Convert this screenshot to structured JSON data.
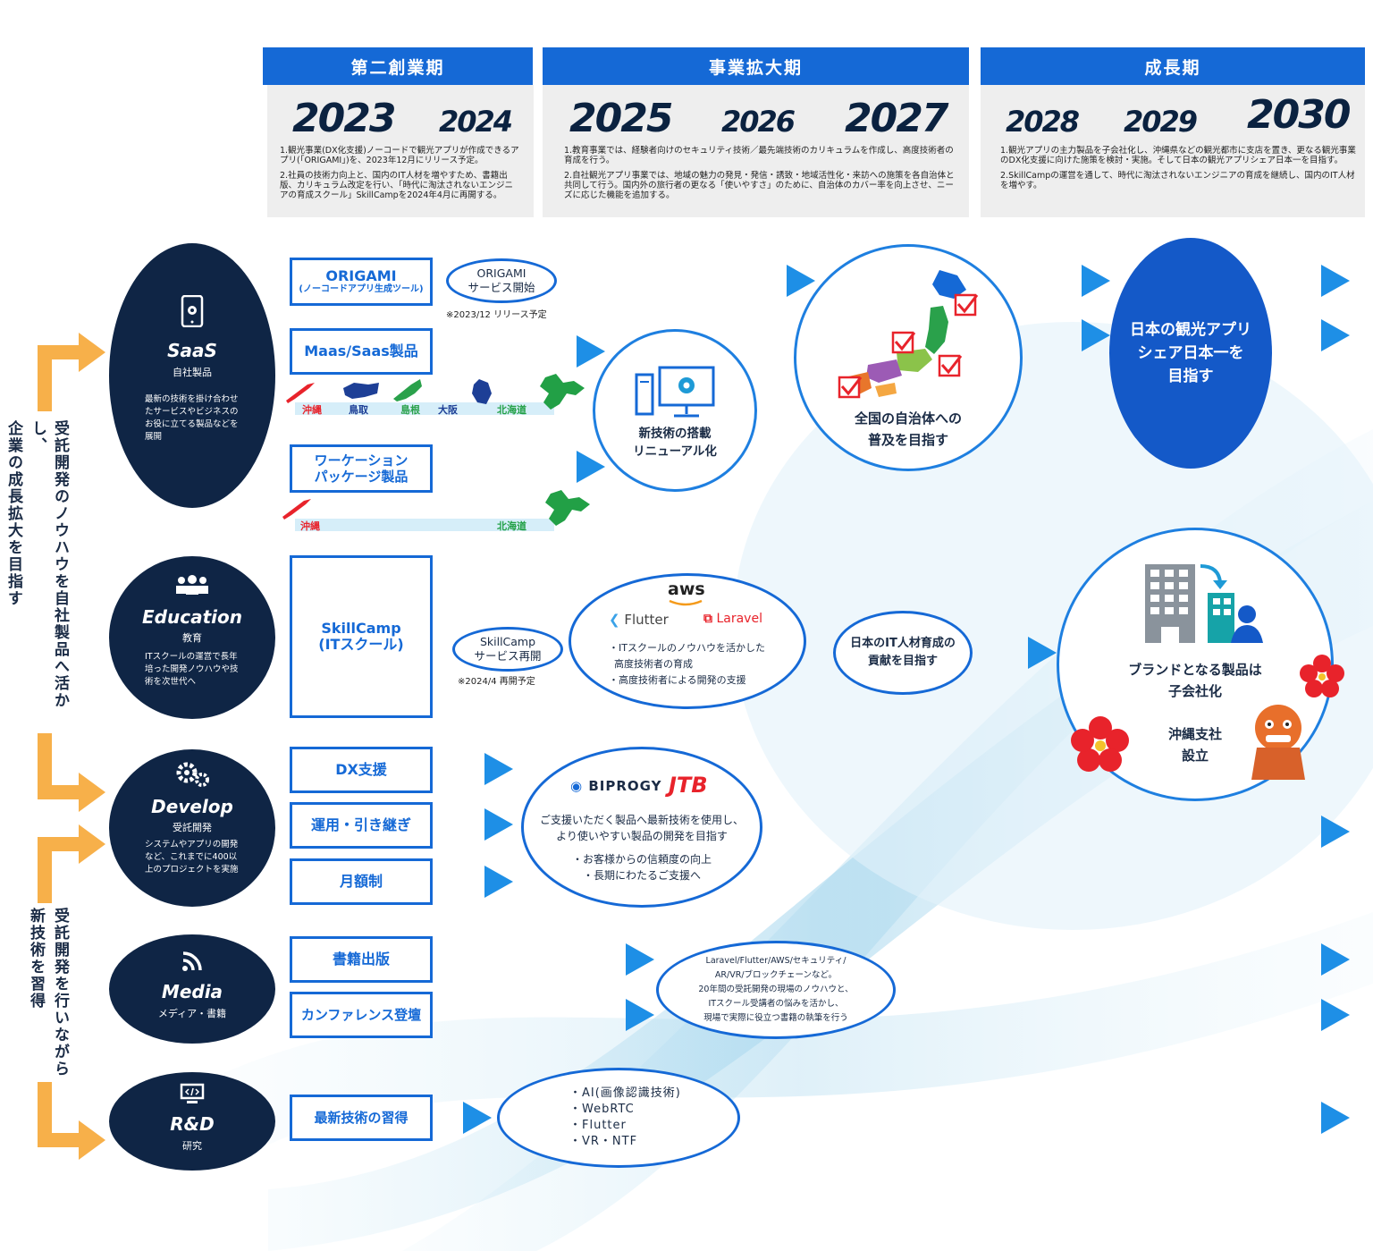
{
  "phases": [
    {
      "title": "第二創業期",
      "years": [
        "2023",
        "2024"
      ],
      "desc": [
        "1.観光事業(DX化支援)ノーコードで観光アプリが作成できるアプリ(「ORIGAMI」)を、2023年12月にリリース予定。",
        "2.社員の技術力向上と、国内のIT人材を増やすため、書籍出版、カリキュラム改定を行い、「時代に淘汰されないエンジニアの育成スクール」SkillCampを2024年4月に再開する。"
      ]
    },
    {
      "title": "事業拡大期",
      "years": [
        "2025",
        "2026",
        "2027"
      ],
      "desc": [
        "1.教育事業では、経験者向けのセキュリティ技術／最先端技術のカリキュラムを作成し、高度技術者の育成を行う。",
        "2.自社観光アプリ事業では、地域の魅力の発見・発信・誘致・地域活性化・来訪への施策を各自治体と共同して行う。国内外の旅行者の更なる「使いやすさ」のために、自治体のカバー率を向上させ、ニーズに応じた機能を追加する。"
      ]
    },
    {
      "title": "成長期",
      "years": [
        "2028",
        "2029",
        "2030"
      ],
      "desc": [
        "1.観光アプリの主力製品を子会社化し、沖縄県などの観光都市に支店を置き、更なる観光事業のDX化支援に向けた施策を検討・実施。そして日本の観光アプリシェア日本一を目指す。",
        "2.SkillCampの運営を通して、時代に淘汰されないエンジニアの育成を継続し、国内のIT人材を増やす。"
      ]
    }
  ],
  "left_text_top": [
    "受託開発のノウハウを自社製品へ活かし、",
    "企業の成長拡大を目指す"
  ],
  "left_text_bottom": [
    "受託開発を行いながら",
    "新技術を習得"
  ],
  "categories": [
    {
      "en": "SaaS",
      "jp": "自社製品",
      "desc": "最新の技術を掛け合わせたサービスやビジネスのお役に立てる製品などを展開",
      "icon": "smartphone-gear-icon"
    },
    {
      "en": "Education",
      "jp": "教育",
      "desc": "ITスクールの運営で長年培った開発ノウハウや技術を次世代へ",
      "icon": "people-icon"
    },
    {
      "en": "Develop",
      "jp": "受託開発",
      "desc": "システムやアプリの開発など、これまでに400以上のプロジェクトを実施",
      "icon": "gears-icon"
    },
    {
      "en": "Media",
      "jp": "メディア・書籍",
      "desc": "",
      "icon": "rss-icon"
    },
    {
      "en": "R&D",
      "jp": "研究",
      "desc": "",
      "icon": "code-monitor-icon"
    }
  ],
  "saas": {
    "origami": "ORIGAMI",
    "origami_sub": "(ノーコードアプリ生成ツール)",
    "origami_start": [
      "ORIGAMI",
      "サービス開始"
    ],
    "origami_note": "※2023/12 リリース予定",
    "maas": "Maas/Saas製品",
    "prefs1": [
      "沖縄",
      "鳥取",
      "島根",
      "大阪",
      "北海道"
    ],
    "workation": [
      "ワーケーション",
      "パッケージ製品"
    ],
    "prefs2": [
      "沖縄",
      "北海道"
    ],
    "renewal": [
      "新技術の搭載",
      "リニューアル化"
    ],
    "nationwide": [
      "全国の自治体への",
      "普及を目指す"
    ],
    "goal": [
      "日本の観光アプリ",
      "シェア日本一を",
      "目指す"
    ]
  },
  "education": {
    "skillcamp": [
      "SkillCamp",
      "(ITスクール)"
    ],
    "restart": [
      "SkillCamp",
      "サービス再開"
    ],
    "restart_note": "※2024/4 再開予定",
    "logos": [
      "aws",
      "Flutter",
      "Laravel"
    ],
    "points": [
      "・ITスクールのノウハウを活かした",
      "高度技術者の育成",
      "・高度技術者による開発の支援"
    ],
    "contribution": [
      "日本のIT人材育成の",
      "貢献を目指す"
    ],
    "brand": [
      "ブランドとなる製品は",
      "子会社化"
    ],
    "okinawa": [
      "沖縄支社",
      "設立"
    ]
  },
  "develop": {
    "boxes": [
      "DX支援",
      "運用・引き継ぎ",
      "月額制"
    ],
    "logos": [
      "BIPROGY",
      "JTB"
    ],
    "text": [
      "ご支援いただく製品へ最新技術を使用し、",
      "より使いやすい製品の開発を目指す",
      "・お客様からの信頼度の向上",
      "・長期にわたるご支援へ"
    ]
  },
  "media": {
    "boxes": [
      "書籍出版",
      "カンファレンス登壇"
    ],
    "text": [
      "Laravel/Flutter/AWS/セキュリティ/",
      "AR/VR/ブロックチェーンなど。",
      "20年間の受託開発の現場のノウハウと、",
      "ITスクール受講者の悩みを活かし、",
      "現場で実際に役立つ書籍の執筆を行う"
    ]
  },
  "rnd": {
    "box": "最新技術の習得",
    "items": [
      "・AI(画像認識技術)",
      "・WebRTC",
      "・Flutter",
      "・VR・NTF"
    ]
  },
  "colors": {
    "accent": "#1569d6",
    "navy": "#0f2545",
    "orange": "#f7b04a",
    "goal": "#1459c8"
  }
}
